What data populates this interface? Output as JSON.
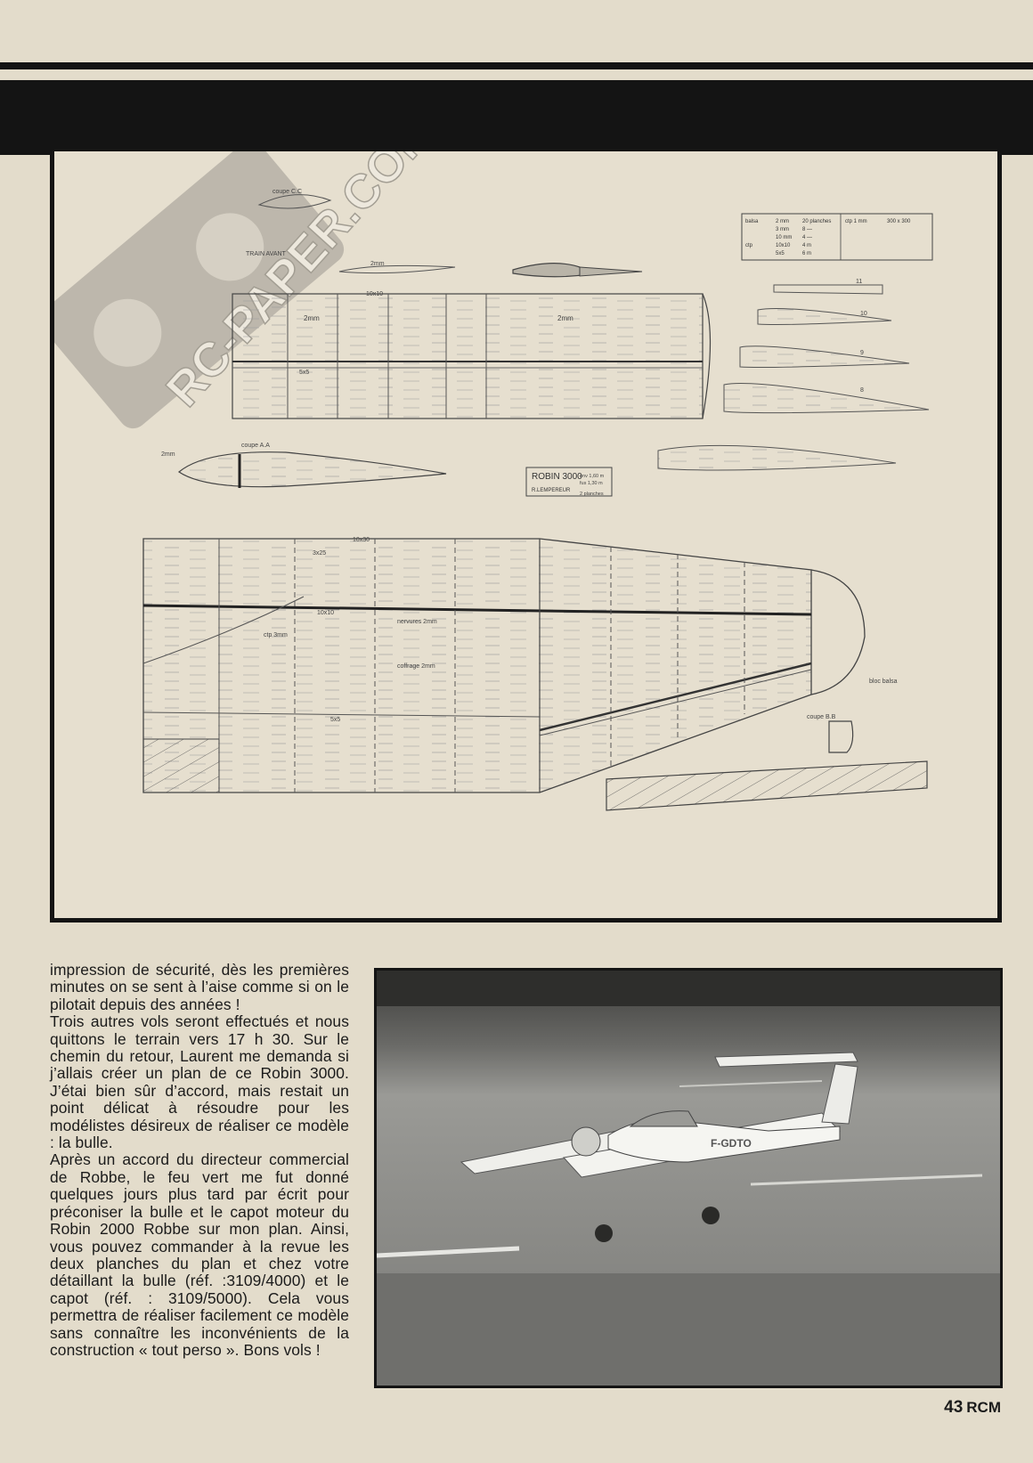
{
  "watermark": {
    "text": "RC-PAPER.COM"
  },
  "plan": {
    "legend": {
      "rows": [
        [
          "balsa",
          "2 mm",
          "20 planches",
          "ctp 1 mm",
          "300 x 300"
        ],
        [
          "",
          "3 mm",
          "8 —",
          "",
          ""
        ],
        [
          "",
          "10 mm",
          "4 —",
          "",
          ""
        ],
        [
          "ctp",
          "10x10",
          "4 m",
          "",
          ""
        ],
        [
          "",
          "5x5",
          "6 m",
          "",
          ""
        ]
      ]
    },
    "title_box": {
      "name": "ROBIN 3000",
      "span": "env 1,60 m",
      "length": "fus 1,30 m",
      "author": "R.LEMPEREUR",
      "sheets": "2 planches"
    },
    "labels": {
      "coupe_c": "coupe C.C",
      "train_avant": "TRAIN AVANT",
      "coupe_a": "coupe A.A",
      "coupe_b": "coupe B.B",
      "nervures": "nervures 2mm",
      "coffrage": "coffrage 2mm",
      "bloc_balsa": "bloc balsa",
      "ctp3": "ctp 3mm",
      "mm2": "2mm",
      "r10x30": "10x30",
      "r10x10": "10x10",
      "r5x5": "5x5",
      "r3x25": "3x25",
      "rib8": "8",
      "rib9": "9",
      "rib10": "10",
      "rib11": "11"
    }
  },
  "article": {
    "paragraphs": [
      "impression de sécurité, dès les premières minutes on se sent à l’aise comme si on le pilotait depuis des années !",
      "Trois autres vols seront effectués et nous quittons le terrain vers 17 h 30. Sur le chemin du retour, Laurent me demanda si j’allais créer un plan de ce Robin 3000. J’étai bien sûr d’accord, mais restait un point délicat à résoudre pour les modélistes désireux de réaliser ce modèle : la bulle.",
      "Après un accord du directeur commercial de Robbe, le feu vert me fut donné quelques jours plus tard par écrit pour préconiser la bulle et le capot moteur du Robin 2000 Robbe sur mon plan. Ainsi, vous pouvez commander à la revue les deux planches du plan et chez votre détaillant la bulle (réf. :3109/4000) et le capot (réf. : 3109/5000). Cela vous permettra de réaliser facilement ce modèle sans connaître les inconvénients de la construction « tout perso ». Bons vols !"
    ]
  },
  "photo": {
    "registration": "F-GDTO"
  },
  "folio": {
    "page": "43",
    "magazine": "RCM"
  }
}
